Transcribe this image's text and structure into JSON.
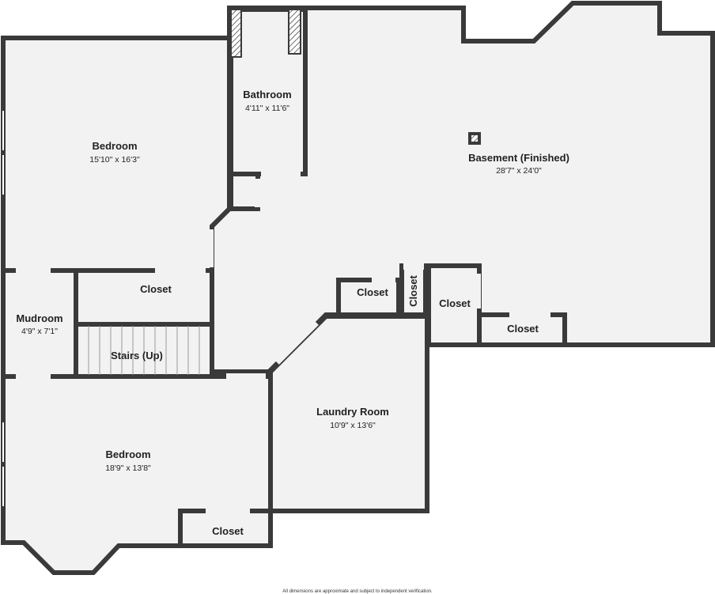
{
  "rooms": {
    "basement": {
      "name": "Basement (Finished)",
      "dims": "28'7\" x 24'0\""
    },
    "bathroom": {
      "name": "Bathroom",
      "dims": "4'11\" x 11'6\""
    },
    "bedroom_top": {
      "name": "Bedroom",
      "dims": "15'10\" x 16'3\""
    },
    "mudroom": {
      "name": "Mudroom",
      "dims": "4'9\" x 7'1\""
    },
    "stairs": {
      "name": "Stairs (Up)"
    },
    "bedroom_bottom": {
      "name": "Bedroom",
      "dims": "18'9\" x 13'8\""
    },
    "laundry": {
      "name": "Laundry Room",
      "dims": "10'9\" x 13'6\""
    },
    "closet_upper_left": {
      "name": "Closet"
    },
    "closet_mid_a": {
      "name": "Closet"
    },
    "closet_mid_b": {
      "name": "Closet"
    },
    "closet_mid_c": {
      "name": "Closet"
    },
    "closet_right": {
      "name": "Closet"
    },
    "closet_bottom": {
      "name": "Closet"
    }
  },
  "footer_note": "All dimensions are approximate and subject to independent verification."
}
